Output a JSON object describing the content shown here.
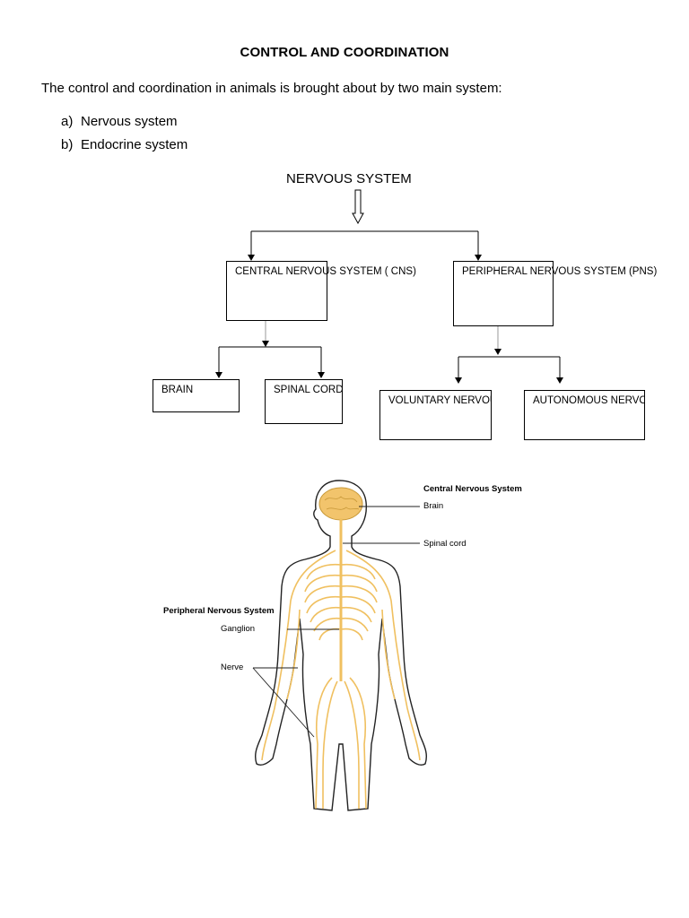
{
  "document": {
    "title": "CONTROL AND COORDINATION",
    "intro": "The  control and coordination in animals is brought about by two main system:",
    "systems": [
      {
        "marker": "a)",
        "label": "Nervous system"
      },
      {
        "marker": "b)",
        "label": "Endocrine system"
      }
    ]
  },
  "flowchart": {
    "root": "NERVOUS SYSTEM",
    "cns": "CENTRAL NERVOUS SYSTEM ( CNS)",
    "pns": "PERIPHERAL NERVOUS SYSTEM (PNS)",
    "brain": "BRAIN",
    "spinal_cord": "SPINAL CORD",
    "voluntary": "VOLUNTARY NERVOUS SYSTEM",
    "autonomous": "AUTONOMOUS NERVOUS SYSTEM"
  },
  "figure": {
    "cns_heading": "Central Nervous System",
    "brain": "Brain",
    "spinal_cord": "Spinal cord",
    "pns_heading": "Peripheral Nervous System",
    "ganglion": "Ganglion",
    "nerve": "Nerve",
    "nerve_color": "#f0c060",
    "brain_color": "#f2c46c",
    "outline_color": "#222222"
  }
}
